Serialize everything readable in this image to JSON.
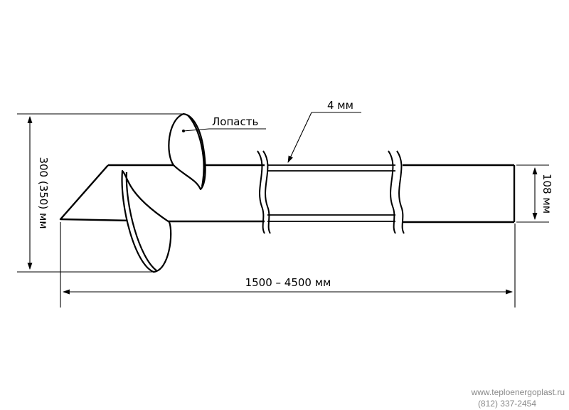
{
  "diagram": {
    "labels": {
      "blade": "Лопасть",
      "wall_thickness": "4 мм",
      "blade_diameter": "300 (350) мм",
      "pipe_diameter": "108 мм",
      "length": "1500 – 4500 мм"
    }
  },
  "footer": {
    "site": "www.teploenergoplast.ru",
    "phone": "(812) 337-2454"
  }
}
